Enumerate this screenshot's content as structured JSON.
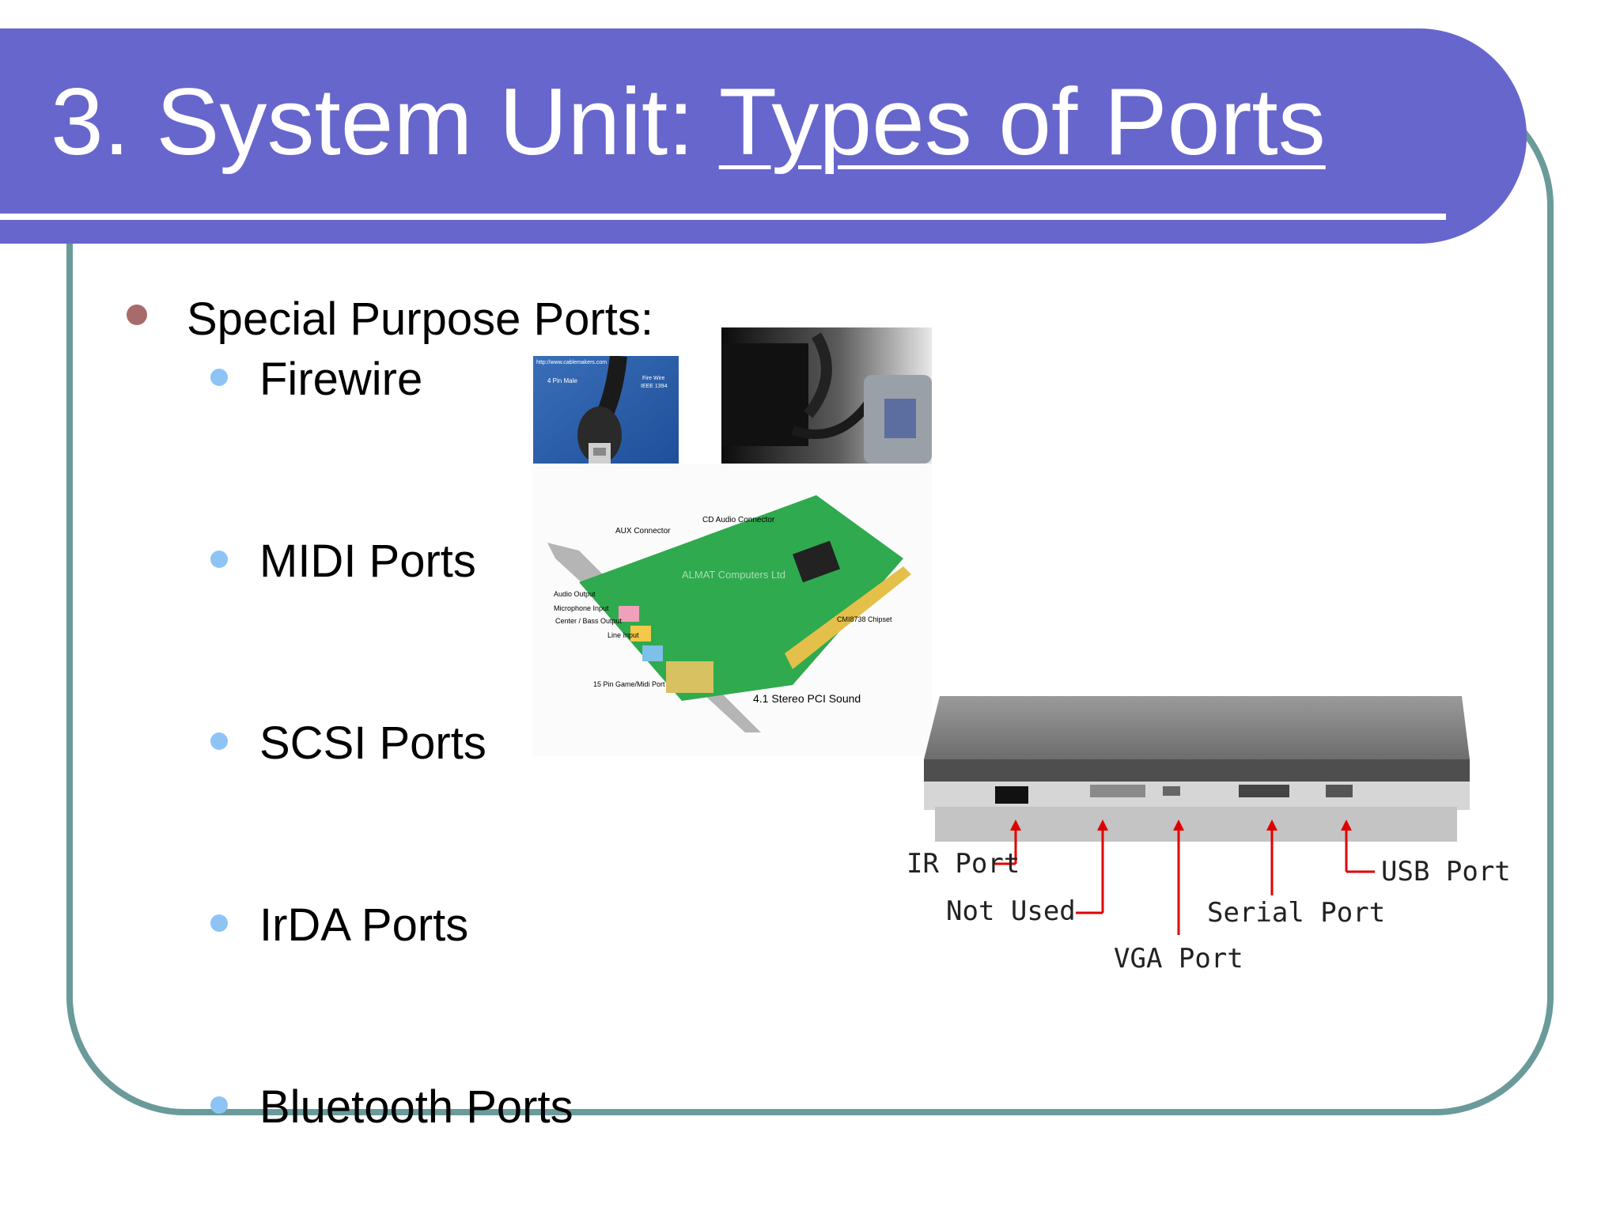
{
  "title": {
    "prefix": "3. System Unit: ",
    "underlined": "Types of Ports"
  },
  "heading": "Special Purpose Ports:",
  "ports": [
    "Firewire",
    "MIDI Ports",
    "SCSI Ports",
    "IrDA Ports",
    "Bluetooth Ports"
  ],
  "firewire_photo": {
    "url": "http://www.cablemakers.com",
    "left": "4 Pin Male",
    "right_line1": "Fire Wire",
    "right_line2": "IEEE 1394"
  },
  "sound_card": {
    "aux": "AUX Connector",
    "cd": "CD Audio Connector",
    "audio_out": "Audio Output",
    "mic": "Microphone Input",
    "center": "Center / Bass Output",
    "line": "Line Input",
    "chipset": "CMI8738 Chipset",
    "game": "15 Pin Game/Midi Port",
    "caption": "4.1 Stereo PCI Sound",
    "watermark": "ALMAT Computers Ltd"
  },
  "laptop_labels": {
    "ir": "IR Port",
    "not_used": "Not Used",
    "vga": "VGA Port",
    "serial": "Serial Port",
    "usb": "USB Port"
  },
  "colors": {
    "title_bg": "#6766cc",
    "frame": "#6a9a9a",
    "bullet_main": "#a86a6a",
    "bullet_sub": "#8ec4f5",
    "arrow": "#e00000"
  }
}
